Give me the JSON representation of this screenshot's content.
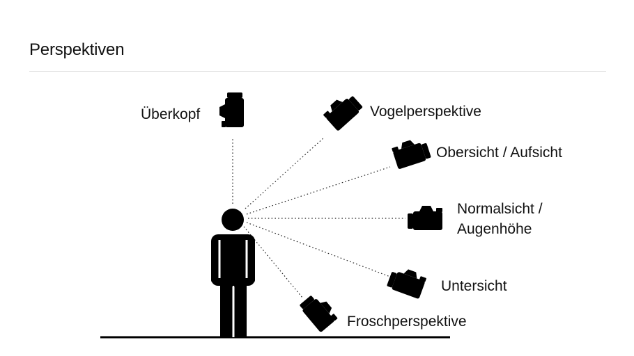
{
  "title": "Perspektiven",
  "labels": {
    "ueberkopf": "Überkopf",
    "vogel": "Vogelperspektive",
    "obersicht": "Obersicht / Aufsicht",
    "normal_line1": "Normalsicht /",
    "normal_line2": "Augenhöhe",
    "untersicht": "Untersicht",
    "frosch": "Froschperspektive"
  },
  "colors": {
    "ink": "#111111",
    "rule": "#dcdcdc",
    "ground": "#000000"
  }
}
